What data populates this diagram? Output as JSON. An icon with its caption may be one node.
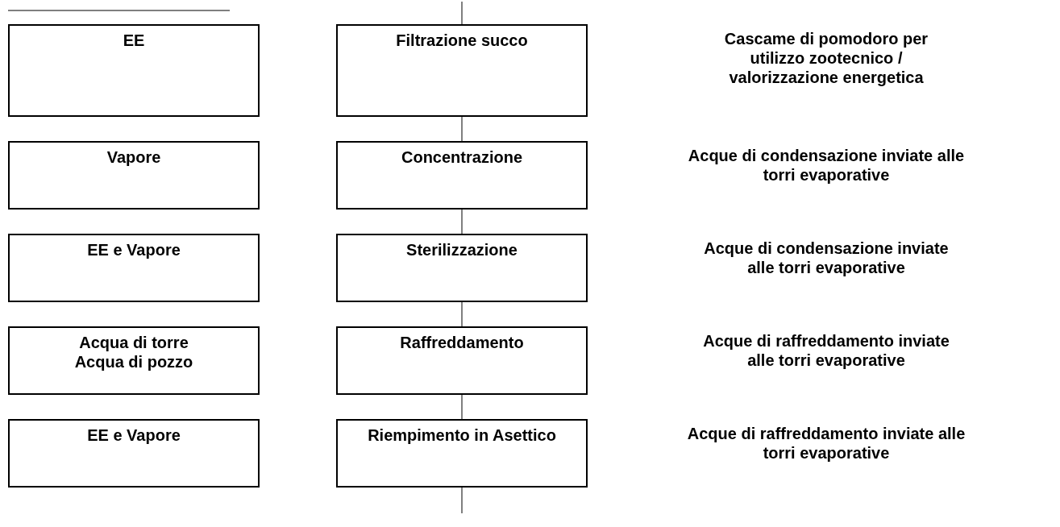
{
  "diagram": {
    "nodes": [
      {
        "text": [
          "EE"
        ]
      },
      {
        "text": [
          "Filtrazione succo"
        ]
      },
      {
        "text": [
          "Vapore"
        ]
      },
      {
        "text": [
          "Concentrazione"
        ]
      },
      {
        "text": [
          "EE e Vapore"
        ]
      },
      {
        "text": [
          "Sterilizzazione"
        ]
      },
      {
        "text": [
          "Acqua di torre",
          "Acqua di pozzo"
        ]
      },
      {
        "text": [
          "Raffreddamento"
        ]
      },
      {
        "text": [
          "EE e Vapore"
        ]
      },
      {
        "text": [
          "Riempimento in Asettico"
        ]
      }
    ],
    "edges": [
      {
        "from": null,
        "to": 1,
        "arrow": "none"
      },
      {
        "from": 1,
        "to": 3,
        "arrow": "none"
      },
      {
        "from": 3,
        "to": 5,
        "arrow": "none"
      },
      {
        "from": 5,
        "to": 7,
        "arrow": "none"
      },
      {
        "from": 7,
        "to": 9,
        "arrow": "none"
      },
      {
        "from": 9,
        "to": null,
        "arrow": "none"
      }
    ],
    "labels": [
      "Cascame di pomodoro per utilizzo zootecnico / valorizzazione energetica",
      "Acque di condensazione inviate alle torri evaporative",
      "Acque di condensazione inviate alle torri evaporative",
      "Acque di raffreddamento inviate alle torri evaporative",
      "Acque di raffreddamento  inviate alle torri evaporative"
    ]
  }
}
